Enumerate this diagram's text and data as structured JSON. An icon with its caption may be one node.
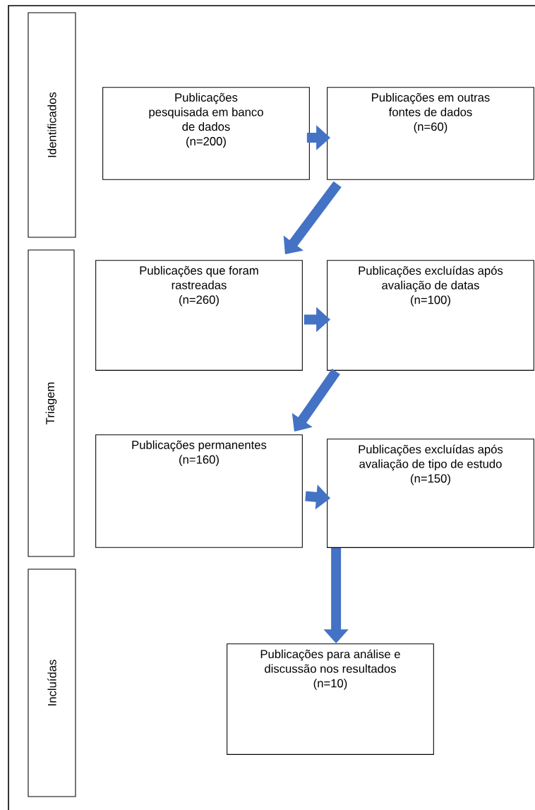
{
  "diagram": {
    "nodes": [
      {
        "text": [
          "Identificados"
        ]
      },
      {
        "text": [
          "Publicações pesquisada em banco de dados",
          "(n=200)"
        ]
      },
      {
        "text": [
          "Publicações em outras fontes de dados",
          "(n=60)"
        ]
      },
      {
        "text": [
          "Triagem"
        ]
      },
      {
        "text": [
          "Publicações que foram rastreadas",
          "(n=260)"
        ]
      },
      {
        "text": [
          "Publicações excluídas após avaliação de datas",
          "(n=100)"
        ]
      },
      {
        "text": [
          "Publicações permanentes",
          "(n=160)"
        ]
      },
      {
        "text": [
          "Publicações excluídas após avaliação de tipo de estudo",
          "(n=150)"
        ]
      },
      {
        "text": [
          "Incluídas"
        ]
      },
      {
        "text": [
          "Publicações para análise e discussão nos resultados",
          "(n=10)"
        ]
      }
    ],
    "edges": [
      {
        "from": 1,
        "to": 2,
        "arrow": "to"
      },
      {
        "from": 2,
        "to": 4,
        "arrow": "to"
      },
      {
        "from": 4,
        "to": 5,
        "arrow": "to"
      },
      {
        "from": 5,
        "to": 6,
        "arrow": "to"
      },
      {
        "from": 6,
        "to": 7,
        "arrow": "to"
      },
      {
        "from": 7,
        "to": 9,
        "arrow": "to"
      }
    ]
  }
}
